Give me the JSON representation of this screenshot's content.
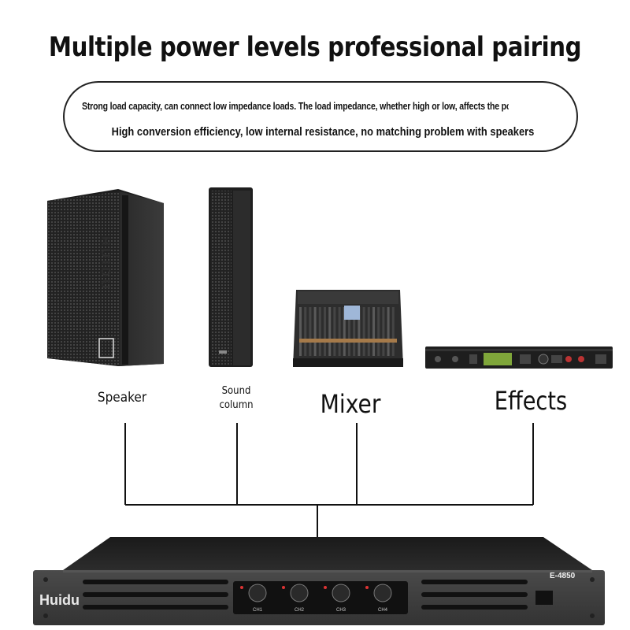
{
  "header": {
    "title": "Multiple power levels professional pairing",
    "line1": "Strong load capacity, can connect low impedance loads. The load impedance, whether high or low, affects the power supply's trans",
    "line2": "High conversion efficiency, low internal resistance, no matching problem with speakers"
  },
  "devices": {
    "speaker": "Speaker",
    "column_line1": "Sound",
    "column_line2": "column",
    "mixer": "Mixer",
    "effects": "Effects"
  },
  "amplifier": {
    "brand": "Huidu",
    "model": "E-4850",
    "channels": [
      "CH1",
      "CH2",
      "CH3",
      "CH4"
    ]
  },
  "speaker_brand": "HUIDU"
}
